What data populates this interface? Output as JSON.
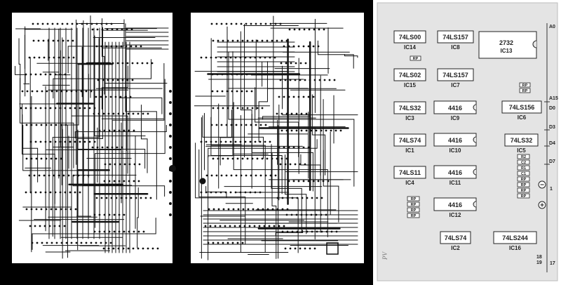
{
  "chips": [
    {
      "type": "74LS00",
      "id": "IC14"
    },
    {
      "type": "74LS157",
      "id": "IC8"
    },
    {
      "type": "2732",
      "id": "IC13"
    },
    {
      "type": "74LS02",
      "id": "IC15"
    },
    {
      "type": "74LS157",
      "id": "IC7"
    },
    {
      "type": "74LS32",
      "id": "IC3"
    },
    {
      "type": "4416",
      "id": "IC9"
    },
    {
      "type": "74LS156",
      "id": "IC6"
    },
    {
      "type": "74LS74",
      "id": "IC1"
    },
    {
      "type": "4416",
      "id": "IC10"
    },
    {
      "type": "74LS32",
      "id": "IC5"
    },
    {
      "type": "74LS11",
      "id": "IC4"
    },
    {
      "type": "4416",
      "id": "IC11"
    },
    {
      "type": "4416",
      "id": "IC12"
    },
    {
      "type": "74LS74",
      "id": "IC2"
    },
    {
      "type": "74LS244",
      "id": "IC16"
    }
  ],
  "components": [
    "RP",
    "RP",
    "RP",
    "R2",
    "C2",
    "R1",
    "C1",
    "RP",
    "RP",
    "RP",
    "RP",
    "RP",
    "RP",
    "RP",
    "RP"
  ],
  "edge_labels": [
    "A0",
    "A15",
    "D0",
    "D3",
    "D4",
    "D7",
    "1",
    "17",
    "18",
    "19"
  ],
  "polarity": {
    "minus": "−",
    "plus": "+"
  },
  "signature": "PV"
}
